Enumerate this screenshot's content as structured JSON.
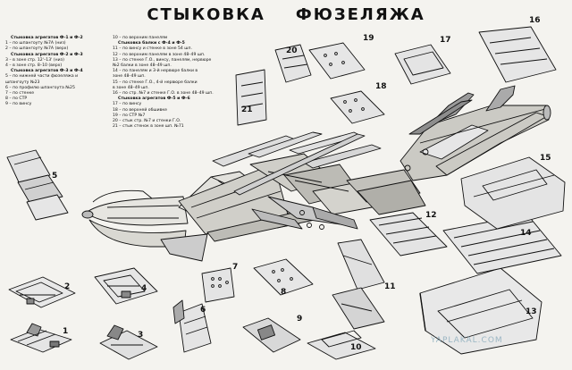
{
  "title": {
    "word1": "СТЫКОВКА",
    "word2": "ФЮЗЕЛЯЖА"
  },
  "legend_left": [
    {
      "kind": "hdr",
      "text": "Стыковка агрегатов Ф-1 и Ф-2"
    },
    {
      "kind": "li",
      "text": "1 – по шпангоуту №7А (низ)"
    },
    {
      "kind": "li",
      "text": "2 – по шпангоуту №7А (верх)"
    },
    {
      "kind": "hdr",
      "text": "Стыковка агрегатов Ф-2 и Ф-3"
    },
    {
      "kind": "li",
      "text": "3 – в зоне стр. 12'–13' (низ)"
    },
    {
      "kind": "li",
      "text": "4 – в зоне стр. 8–10 (верх)"
    },
    {
      "kind": "hdr",
      "text": "Стыковка агрегатов Ф-3 и Ф-4"
    },
    {
      "kind": "li",
      "text": "5 – по нижней части фюзеляжа и"
    },
    {
      "kind": "li",
      "text": "    шпангоуту №23"
    },
    {
      "kind": "li",
      "text": "6 – по профилю шпангоута №25"
    },
    {
      "kind": "li",
      "text": "7 – по стенке"
    },
    {
      "kind": "li",
      "text": "8 – по СТР"
    },
    {
      "kind": "li",
      "text": "9 – по винсу"
    }
  ],
  "legend_mid": [
    {
      "kind": "li",
      "text": "10 – по верхним панелям"
    },
    {
      "kind": "hdr",
      "text": "Стыковка балки с Ф-4 и Ф-5"
    },
    {
      "kind": "li",
      "text": "11 – по винсу и стенке в зоне 54 шп."
    },
    {
      "kind": "li",
      "text": "12 – по верхним панелям в зоне 48–49 шп."
    },
    {
      "kind": "li",
      "text": "13 – по стенке Г.О., винсу, панелям, нервюре"
    },
    {
      "kind": "li",
      "text": "     №2 балки в зоне 48–49 шп."
    },
    {
      "kind": "li",
      "text": "14 – по панелям и 3-й нервюре балки в"
    },
    {
      "kind": "li",
      "text": "     зоне 48–49 шп."
    },
    {
      "kind": "li",
      "text": "15 – по стенке Г.О., 4-й нервюре балки"
    },
    {
      "kind": "li",
      "text": "     в зоне 48–49 шп."
    },
    {
      "kind": "li",
      "text": "16 – по стр. №7 и стенке Г.О. в зоне 48–49 шп."
    },
    {
      "kind": "hdr",
      "text": "Стыковка агрегатов Ф-5 и Ф-6"
    },
    {
      "kind": "li",
      "text": "17 – по винсу"
    },
    {
      "kind": "li",
      "text": "18 – по верхней обшивке"
    },
    {
      "kind": "li",
      "text": "19 – по СТР №7"
    },
    {
      "kind": "li",
      "text": "20 – стык стр. №7 и стенки Г.О."
    },
    {
      "kind": "li",
      "text": "21 – стык стенок в зоне шп. №71"
    }
  ],
  "callouts": [
    "1",
    "2",
    "3",
    "4",
    "5",
    "6",
    "7",
    "8",
    "9",
    "10",
    "11",
    "12",
    "13",
    "14",
    "15",
    "16",
    "17",
    "18",
    "19",
    "20",
    "21"
  ],
  "watermark": "YAPLAKAL.COM",
  "colors": {
    "ink": "#111111",
    "paper": "#f4f3ef",
    "shade": "#8a8a8a",
    "watermark": "#88aabb"
  }
}
